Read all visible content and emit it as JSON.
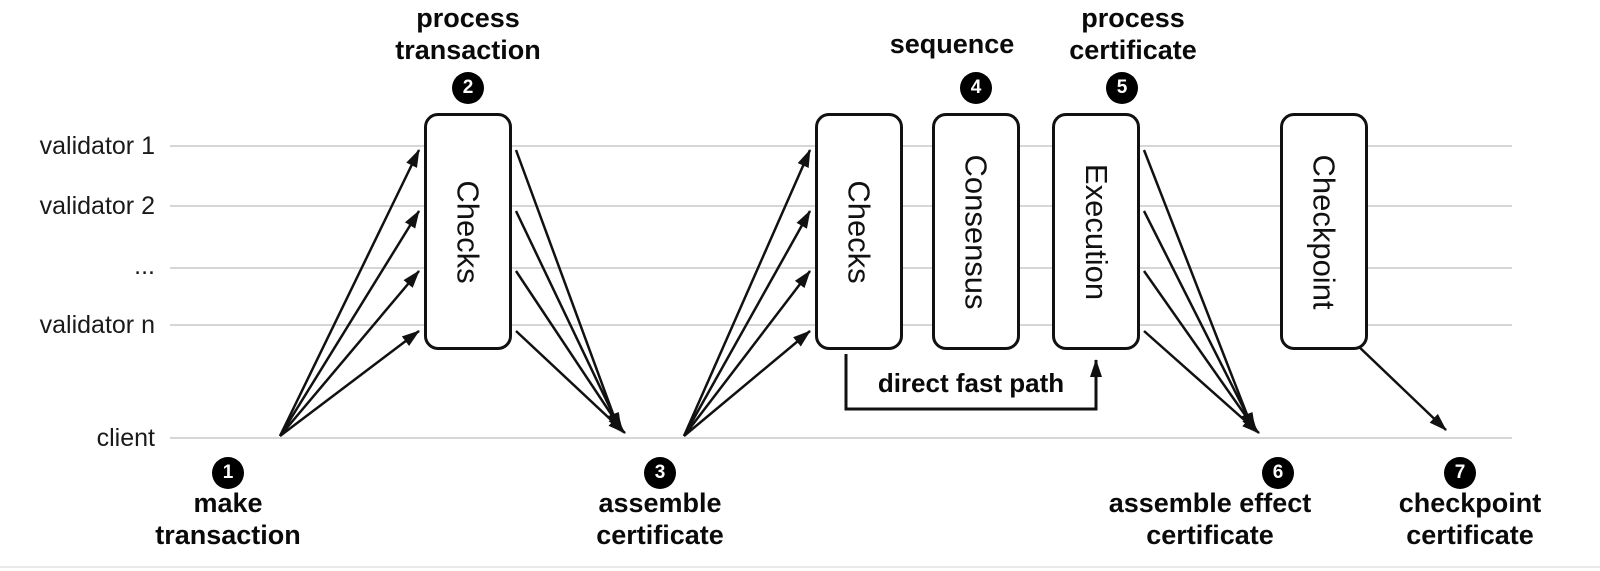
{
  "figure": {
    "lanes": [
      {
        "label": "validator 1"
      },
      {
        "label": "validator 2"
      },
      {
        "label": "..."
      },
      {
        "label": "validator n"
      },
      {
        "label": "client"
      }
    ],
    "boxes": [
      {
        "label": "Checks"
      },
      {
        "label": "Checks"
      },
      {
        "label": "Consensus"
      },
      {
        "label": "Execution"
      },
      {
        "label": "Checkpoint"
      }
    ],
    "steps": [
      {
        "num": "1",
        "label": "make\ntransaction"
      },
      {
        "num": "2",
        "label": "process\ntransaction"
      },
      {
        "num": "3",
        "label": "assemble\ncertificate"
      },
      {
        "num": "4",
        "label": "sequence"
      },
      {
        "num": "5",
        "label": "process\ncertificate"
      },
      {
        "num": "6",
        "label": "assemble effect\ncertificate"
      },
      {
        "num": "7",
        "label": "checkpoint\ncertificate"
      }
    ],
    "fast_path_label": "direct fast path",
    "colors": {
      "lane_line": "#c9c9c9",
      "ink": "#111111",
      "badge_bg": "#000000",
      "badge_fg": "#ffffff"
    }
  }
}
